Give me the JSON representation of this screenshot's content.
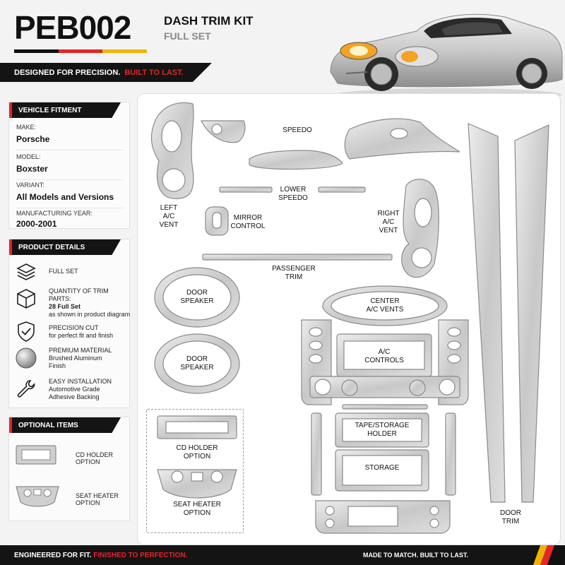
{
  "header": {
    "sku": "PEB002",
    "kit_title": "DASH TRIM KIT",
    "kit_subtitle": "FULL SET",
    "tagline_a": "DESIGNED FOR PRECISION.",
    "tagline_b": "BUILT TO LAST."
  },
  "colors": {
    "black": "#111111",
    "red": "#e32626",
    "gold": "#f0b400",
    "aluminum": "#d3d3d3",
    "panel": "#fbfbfb"
  },
  "fitment": {
    "title": "VEHICLE FITMENT",
    "rows": [
      {
        "label": "MAKE:",
        "value": "Porsche"
      },
      {
        "label": "MODEL:",
        "value": "Boxster"
      },
      {
        "label": "VARIANT:",
        "value": "All Models and Versions"
      },
      {
        "label": "MANUFACTURING YEAR:",
        "value": "2000-2001"
      }
    ]
  },
  "details": {
    "title": "PRODUCT DETAILS",
    "items": [
      {
        "icon": "layers-icon",
        "lines": [
          "FULL SET"
        ]
      },
      {
        "icon": "box-icon",
        "lines": [
          "QUANTITY OF TRIM PARTS:",
          "28 Full Set",
          "as shown in product diagram"
        ]
      },
      {
        "icon": "shield-check-icon",
        "lines": [
          "PRECISION CUT",
          "for perfect fit and finish"
        ]
      },
      {
        "icon": "aluminum-disc-icon",
        "lines": [
          "PREMIUM MATERIAL",
          "Brushed Aluminum",
          "Finish"
        ]
      },
      {
        "icon": "wrench-icon",
        "lines": [
          "EASY INSTALLATION",
          "Automotive Grade",
          "Adhesive Backing"
        ]
      }
    ]
  },
  "optional": {
    "title": "OPTIONAL ITEMS",
    "items": [
      {
        "label": "CD HOLDER OPTION"
      },
      {
        "label": "SEAT HEATER OPTION"
      }
    ]
  },
  "diagram": {
    "labels": {
      "speedo": "SPEEDO",
      "lower_speedo": "LOWER\nSPEEDO",
      "left_vent": "LEFT\nA/C\nVENT",
      "mirror": "MIRROR\nCONTROL",
      "right_vent": "RIGHT\nA/C\nVENT",
      "passenger": "PASSENGER\nTRIM",
      "door_speaker_1": "DOOR\nSPEAKER",
      "door_speaker_2": "DOOR\nSPEAKER",
      "center_vents": "CENTER\nA/C VENTS",
      "ac_controls": "A/C\nCONTROLS",
      "tape_storage": "TAPE/STORAGE\nHOLDER",
      "storage": "STORAGE",
      "cd_holder": "CD HOLDER\nOPTION",
      "seat_heater": "SEAT HEATER\nOPTION",
      "door_trim": "DOOR\nTRIM"
    }
  },
  "footer": {
    "left_a": "ENGINEERED FOR FIT.",
    "left_b": "FINISHED TO PERFECTION.",
    "right": "MADE TO MATCH. BUILT TO LAST."
  }
}
